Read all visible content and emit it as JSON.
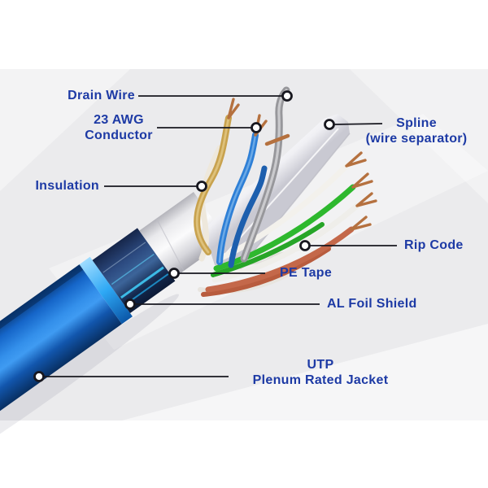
{
  "figure": {
    "type": "labeled-diagram",
    "subject": "UTP cable cutaway diagram",
    "callouts": [
      {
        "id": "drain-wire",
        "label": "Drain Wire"
      },
      {
        "id": "awg-conductor",
        "label": "23 AWG\nConductor"
      },
      {
        "id": "insulation",
        "label": "Insulation"
      },
      {
        "id": "spline",
        "label": "Spline\n(wire separator)"
      },
      {
        "id": "rip-code",
        "label": "Rip Code"
      },
      {
        "id": "pe-tape",
        "label": "PE Tape"
      },
      {
        "id": "al-foil-shield",
        "label": "AL Foil Shield"
      },
      {
        "id": "utp-jacket",
        "label": "UTP\nPlenum Rated Jacket"
      }
    ],
    "colors": {
      "label_text": "#1d3aa5",
      "callout_line": "#17171f",
      "callout_dot_fill": "#ffffff",
      "background": "#ffffff",
      "background_band": "#ebebed",
      "jacket_blue": "#1565c8",
      "jacket_cut_highlight": "#2ea8f5",
      "foil_navy": "#22406e",
      "foil_cyan_streak": "#40c8f4",
      "pe_tape_white": "#f4f4f6",
      "spline_white": "#f2f2f5",
      "drain_wire_gray": "#97979b",
      "copper": "#b5713f",
      "wire_gold": "#c8a24e",
      "wire_blue": "#2e7fd6",
      "wire_green": "#2eb82e",
      "wire_orange": "#c4684a"
    }
  }
}
